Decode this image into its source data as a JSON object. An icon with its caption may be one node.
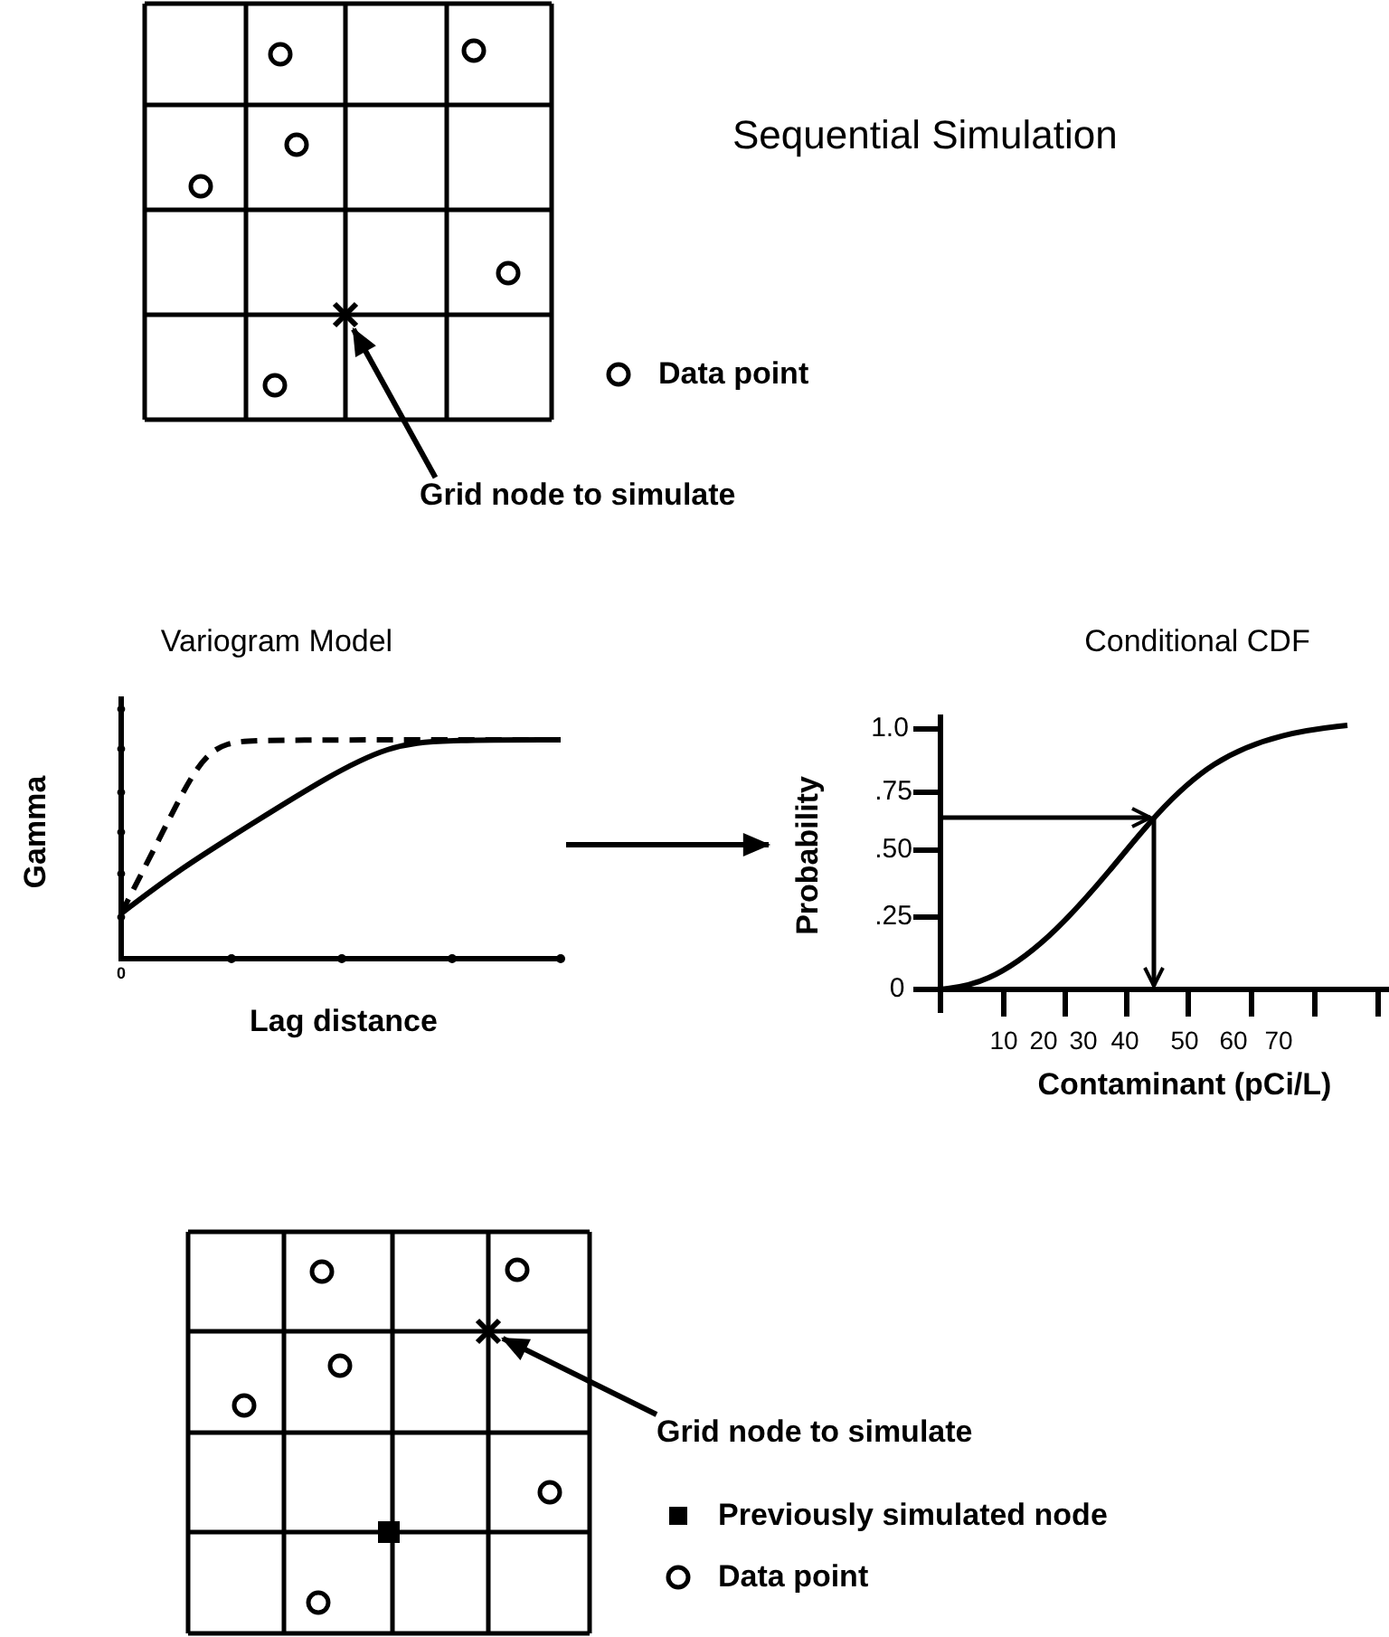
{
  "diagram": {
    "title": "Sequential Simulation",
    "nodes": [
      {
        "text": [
          "Grid node to simulate"
        ]
      },
      {
        "text": [],
        "shape": "cross"
      },
      {
        "text": [
          "Grid node to simulate"
        ]
      },
      {
        "text": [],
        "shape": "cross"
      },
      {
        "text": [
          "Variogram Model",
          "Gamma",
          "Lag distance",
          "0"
        ]
      },
      {
        "text": [
          "Conditional CDF",
          "Probability",
          "Contaminant (pCi/L)",
          "1.0",
          ".75",
          ".50",
          ".25",
          "0",
          "10",
          "20",
          "30",
          "40",
          "50",
          "60",
          "70"
        ]
      }
    ],
    "edges": [
      {
        "from": 0,
        "to": 1,
        "arrow": "to"
      },
      {
        "from": 2,
        "to": 3,
        "arrow": "to"
      },
      {
        "from": 4,
        "to": 5,
        "arrow": "to"
      }
    ],
    "legend": [
      {
        "text": "Data point"
      },
      {
        "text": "Previously simulated node"
      },
      {
        "text": "Data point"
      }
    ]
  }
}
